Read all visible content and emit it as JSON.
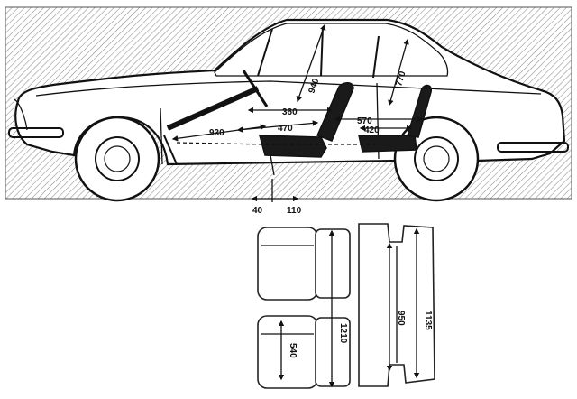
{
  "diagram": {
    "side_view": {
      "dimensions": {
        "d940": "940",
        "d770": "770",
        "d360": "360",
        "d570": "570",
        "d420": "420",
        "d930": "930",
        "d470": "470"
      },
      "seat_adjust": {
        "rearward": "40",
        "forward": "110"
      }
    },
    "plan_view": {
      "dimensions": {
        "d1210": "1210",
        "d540": "540",
        "d950": "950",
        "d1135": "1135"
      }
    },
    "colors": {
      "ink": "#111111",
      "hatch": "#8a8a8a",
      "paper": "#ffffff"
    }
  }
}
